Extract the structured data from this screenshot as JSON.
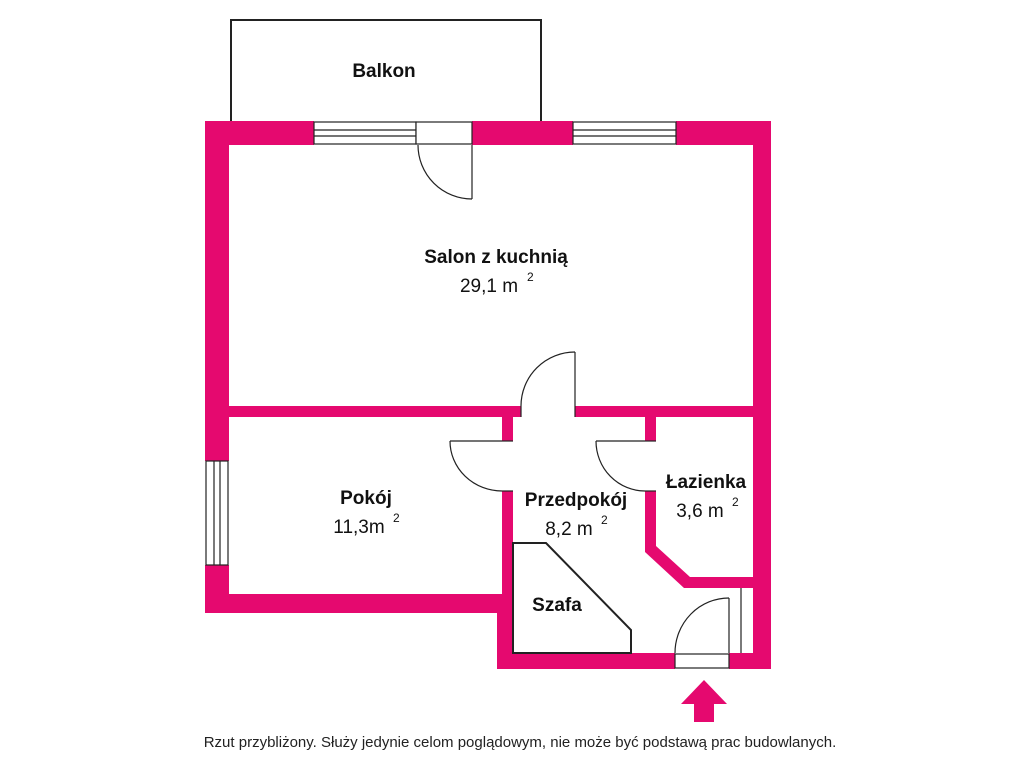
{
  "colors": {
    "wall": "#e5096f",
    "line": "#222222",
    "background": "#ffffff",
    "arrow": "#e5096f"
  },
  "rooms": {
    "balkon": {
      "name": "Balkon"
    },
    "salon": {
      "name": "Salon z kuchnią",
      "area": "29,1 m",
      "unit_sup": "2"
    },
    "pokoj": {
      "name": "Pokój",
      "area": "11,3m",
      "unit_sup": "2"
    },
    "przedpokoj": {
      "name": "Przedpokój",
      "area": "8,2 m",
      "unit_sup": "2"
    },
    "lazienka": {
      "name": "Łazienka",
      "area": "3,6 m",
      "unit_sup": "2"
    },
    "szafa": {
      "name": "Szafa"
    }
  },
  "entrance": {
    "icon": "entrance-arrow-icon"
  },
  "caption": "Rzut przybliżony. Służy jedynie celom poglądowym, nie może być podstawą prac budowlanych."
}
